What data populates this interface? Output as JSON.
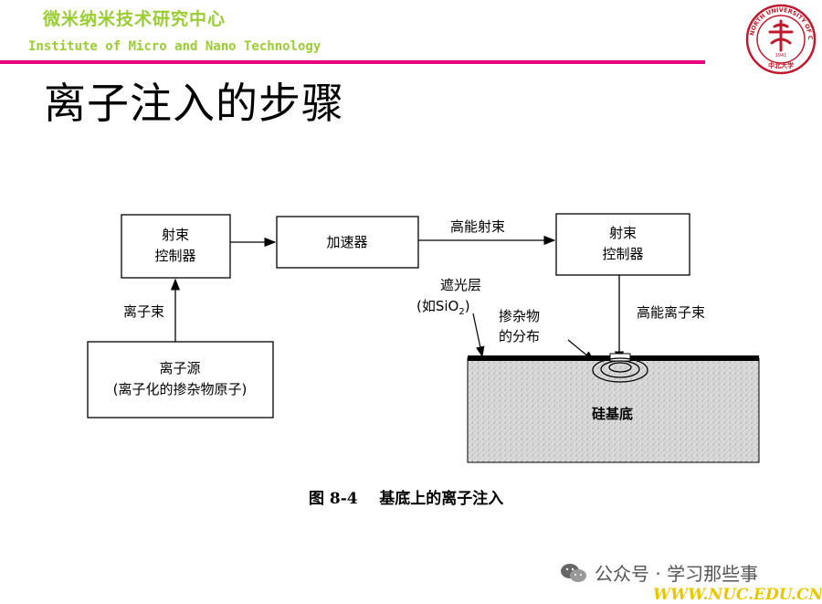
{
  "header": {
    "institute_cn": "微米纳米技术研究中心",
    "institute_en": "Institute of Micro and Nano Technology",
    "accent_color": "#e6007e",
    "text_color": "#9acd32",
    "logo": {
      "icon": "university-seal-icon",
      "ring_text": "NORTH UNIVERSITY OF CHINA",
      "year": "1941",
      "motto": "中北大学"
    }
  },
  "slide": {
    "title": "离子注入的步骤"
  },
  "diagram": {
    "box_controller_left_1": "射束",
    "box_controller_left_2": "控制器",
    "box_accelerator": "加速器",
    "box_controller_right_1": "射束",
    "box_controller_right_2": "控制器",
    "box_source_1": "离子源",
    "box_source_2": "(离子化的掺杂物原子)",
    "label_ion_beam": "离子束",
    "label_high_energy_beam": "高能射束",
    "label_mask_1": "遮光层",
    "label_mask_2": "(如SiO",
    "label_mask_2_sub": "2",
    "label_mask_2_end": ")",
    "label_dopant_1": "掺杂物",
    "label_dopant_2": "的分布",
    "label_high_energy_ion_beam": "高能离子束",
    "label_substrate": "硅基底",
    "caption": "图 8-4    基底上的离子注入"
  },
  "watermark": {
    "text": "公众号 · 学习那些事",
    "icon": "wechat-icon"
  },
  "footer": {
    "site": "WWW.NUC.EDU.CN"
  }
}
